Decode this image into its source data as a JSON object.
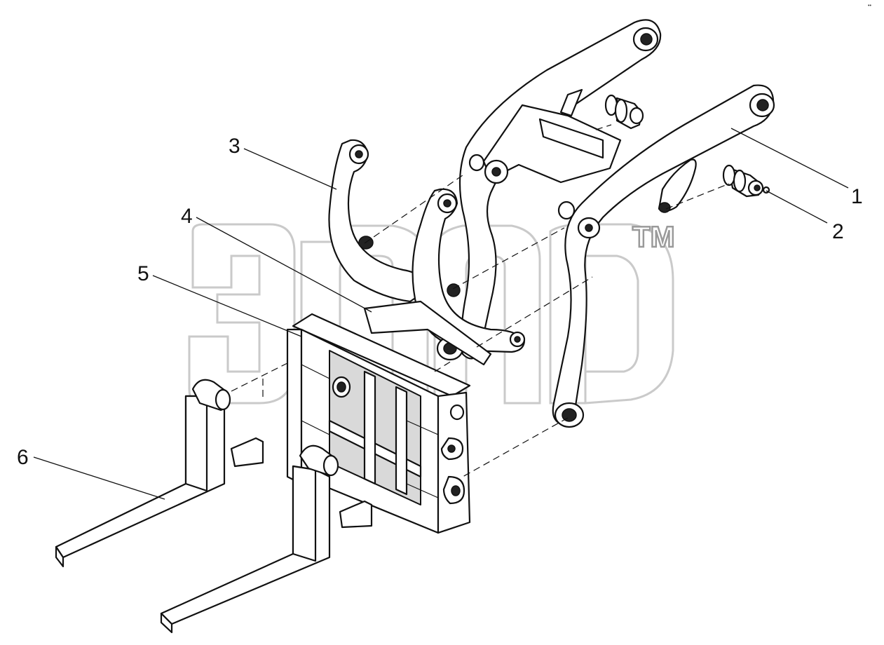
{
  "callouts": {
    "c1": "1",
    "c2": "2",
    "c3": "3",
    "c4": "4",
    "c5": "5",
    "c6": "6"
  },
  "watermark": {
    "tm": "TM"
  },
  "corner_mark": "••"
}
